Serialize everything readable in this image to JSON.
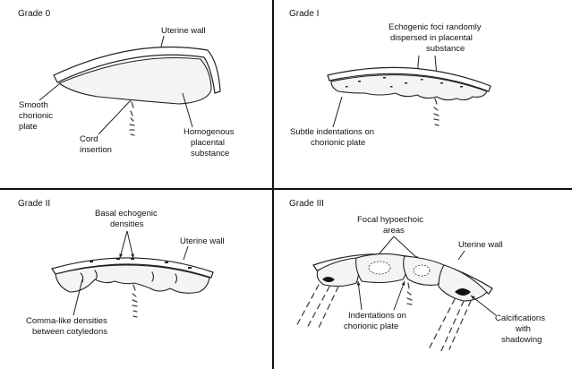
{
  "panels": {
    "grade0": {
      "title": "Grade 0",
      "uterine_wall": "Uterine wall",
      "smooth": [
        "Smooth",
        "chorionic",
        "plate"
      ],
      "cord": [
        "Cord",
        "insertion"
      ],
      "homog": [
        "Homogenous",
        "placental",
        "substance"
      ]
    },
    "grade1": {
      "title": "Grade I",
      "foci": [
        "Echogenic foci randomly",
        "dispersed in placental",
        "substance"
      ],
      "subtle": [
        "Subtle indentations on",
        "chorionic plate"
      ]
    },
    "grade2": {
      "title": "Grade II",
      "basal": [
        "Basal echogenic",
        "densities"
      ],
      "uterine_wall": "Uterine wall",
      "comma": [
        "Comma-like densities",
        "between cotyledons"
      ]
    },
    "grade3": {
      "title": "Grade III",
      "focal": [
        "Focal hypoechoic",
        "areas"
      ],
      "uterine_wall": "Uterine wall",
      "indent": [
        "Indentations on",
        "chorionic plate"
      ],
      "calc": [
        "Calcifications",
        "with",
        "shadowing"
      ]
    }
  }
}
